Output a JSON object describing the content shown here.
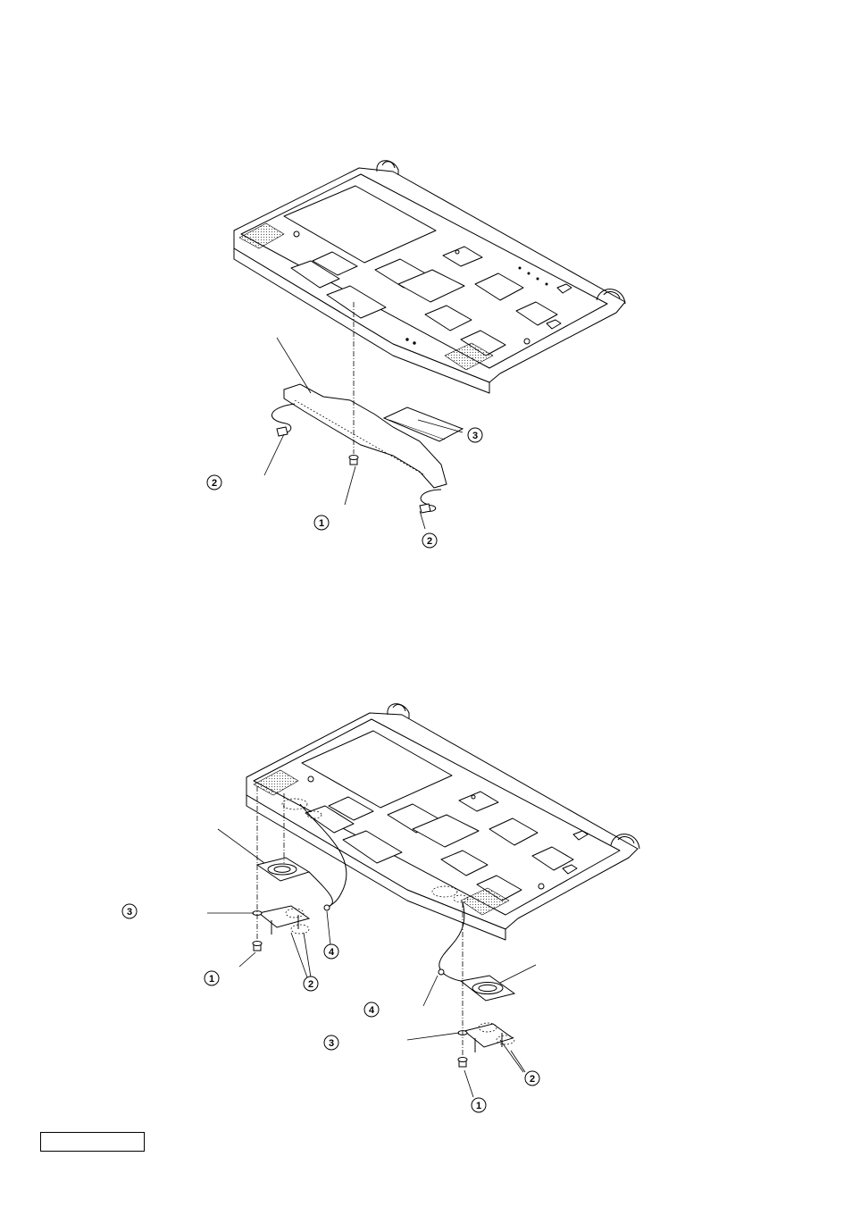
{
  "document": {
    "type": "exploded-view service diagram",
    "figures": [
      {
        "id": "figure-1",
        "subject": "keyboard frame with switch board assembly",
        "callouts": [
          "2",
          "1",
          "2",
          "3"
        ]
      },
      {
        "id": "figure-2",
        "subject": "keyboard frame with left and right speaker assemblies",
        "callouts": [
          "3",
          "1",
          "2",
          "4",
          "4",
          "3",
          "2",
          "1"
        ]
      }
    ],
    "footer": {
      "label": ""
    }
  },
  "colors": {
    "line": "#000000",
    "paper": "#ffffff",
    "hatch": "#555555"
  },
  "callouts": {
    "fig1": {
      "screw": "1",
      "cable_left": "2",
      "cable_right": "2",
      "flex_cable": "3"
    },
    "fig2": {
      "left_washer": "3",
      "left_screw": "1",
      "left_hooks": "2",
      "left_wire": "4",
      "right_wire": "4",
      "right_washer": "3",
      "right_hooks": "2",
      "right_screw": "1"
    }
  }
}
